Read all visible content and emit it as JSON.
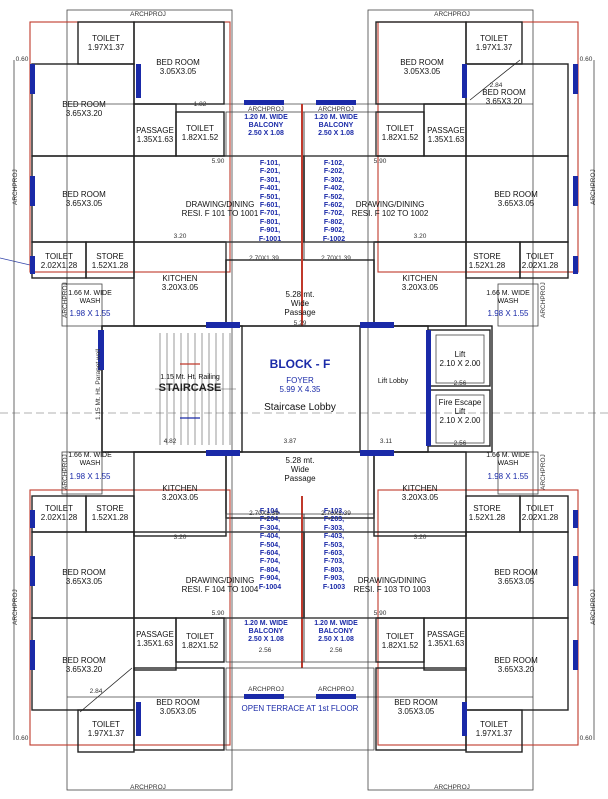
{
  "plan": {
    "archproj": "ARCHPROJ",
    "dims": {
      "d060": "0.60",
      "d590": "5.90",
      "d320": "3.20",
      "d270_139": "2.70X1.39",
      "d529": "5.29",
      "d482": "4.82",
      "d387": "3.87",
      "d311": "3.11",
      "d256": "2.56",
      "d182": "1.82",
      "d284": "2.84"
    }
  },
  "rooms": {
    "toilet": "TOILET",
    "bedroom": "BED ROOM",
    "passage": "PASSAGE",
    "drawing": "DRAWING/DINING",
    "store": "STORE",
    "kitchen": "KITCHEN",
    "wash": "WASH",
    "wash_wide": "1.66 M. WIDE",
    "balcony": "BALCONY",
    "balc_wide": "1.20 M. WIDE",
    "terrace": "OPEN TERRACE AT 1st FLOOR"
  },
  "dims_rooms": {
    "toilet_197": "1.97X1.37",
    "br_305": "3.05X3.05",
    "br_365_320": "3.65X3.20",
    "br_365_305": "3.65X3.05",
    "passage": "1.35X1.63",
    "toilet_182": "1.82X1.52",
    "toilet_202": "2.02X1.28",
    "store": "1.52X1.28",
    "kitchen": "3.20X3.05",
    "wash": "1.98 X 1.55",
    "balcony": "2.50 X 1.08"
  },
  "units": {
    "resi_top_left": "RESI. F 101 TO 1001",
    "resi_top_right": "RESI. F 102 TO 1002",
    "resi_bottom_left": "RESI. F 104 TO 1004",
    "resi_bottom_right": "RESI. F 103 TO 1003",
    "top_left": [
      "F-101,",
      "F-201,",
      "F-301,",
      "F-401,",
      "F-501,",
      "F-601,",
      "F-701,",
      "F-801,",
      "F-901,",
      "F-1001"
    ],
    "top_right": [
      "F-102,",
      "F-202,",
      "F-302,",
      "F-402,",
      "F-502,",
      "F-602,",
      "F-702,",
      "F-802,",
      "F-902,",
      "F-1002"
    ],
    "bottom_left": [
      "F-104,",
      "F-204,",
      "F-304,",
      "F-404,",
      "F-504,",
      "F-604,",
      "F-704,",
      "F-804,",
      "F-904,",
      "F-1004"
    ],
    "bottom_right": [
      "F-103,",
      "F-203,",
      "F-303,",
      "F-403,",
      "F-503,",
      "F-603,",
      "F-703,",
      "F-803,",
      "F-903,",
      "F-1003"
    ]
  },
  "core": {
    "block": "BLOCK - F",
    "foyer": "FOYER",
    "foyer_dims": "5.99 X 4.35",
    "staircase_lobby": "Staircase Lobby",
    "staircase": "STAIRCASE",
    "railing": "1.15 Mt. Ht. Railing",
    "lift_lobby": "Lift Lobby",
    "lift": "Lift",
    "lift_dims": "2.10 X 2.00",
    "fire_escape": "Fire Escape",
    "parapet": "1.15 Mt. Ht. Parapet wall",
    "passage_width": "5.28 mt.",
    "wide": "Wide",
    "passage": "Passage"
  }
}
